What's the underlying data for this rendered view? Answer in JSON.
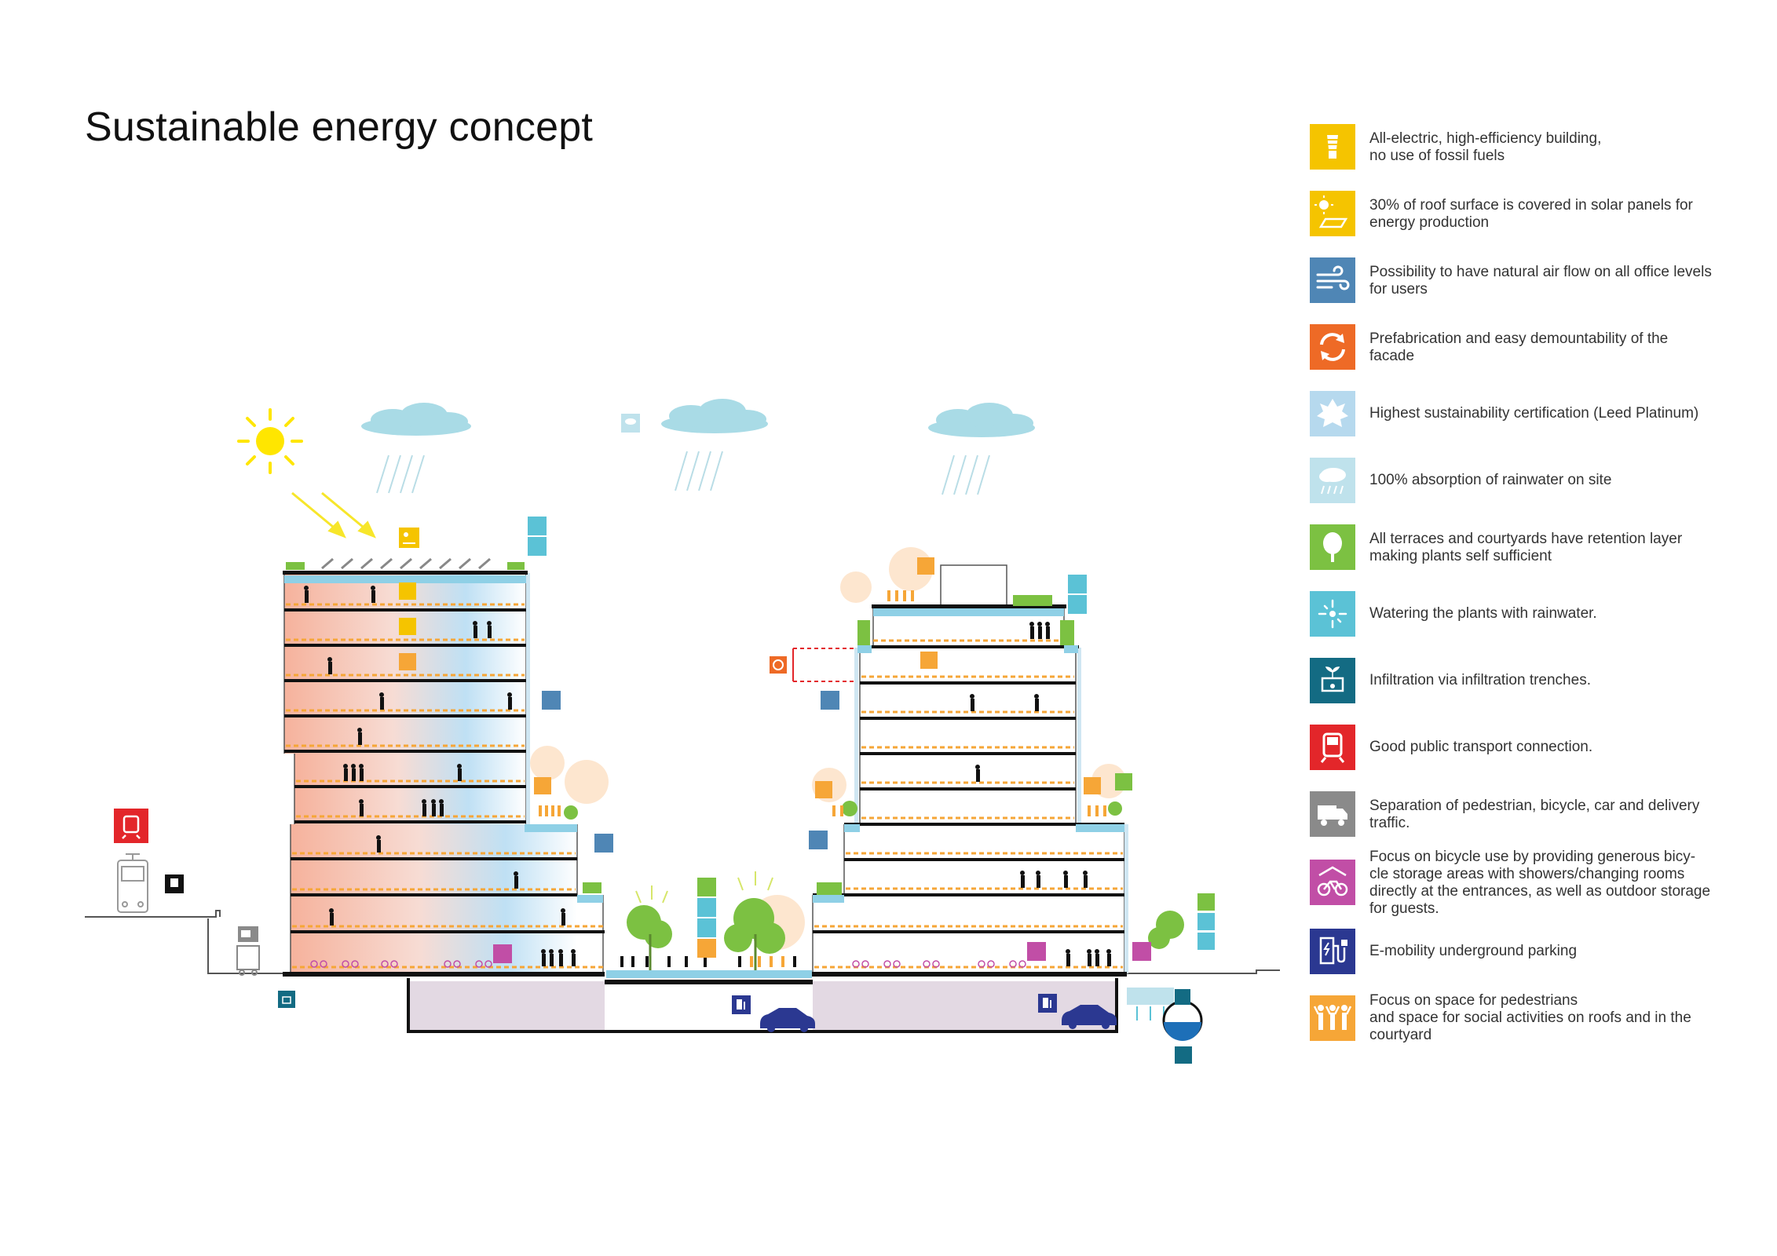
{
  "title": "Sustainable energy concept",
  "colors": {
    "yellow": "#f5c400",
    "steel_blue": "#4f86b5",
    "orange": "#ee6a26",
    "light_blue": "#b6d9ee",
    "pale_cyan": "#bfe2ec",
    "green": "#7cc142",
    "aqua": "#5bc2d6",
    "teal": "#136b83",
    "red": "#e3262a",
    "grey": "#8a8a8a",
    "magenta": "#c14ea6",
    "navy": "#2b3891",
    "amber": "#f6a637",
    "underground": "#e3d9e3",
    "facade_warm": "#f7b9a5",
    "facade_cool": "#b9def3",
    "car": "#2b3891"
  },
  "legend": [
    {
      "icon": "lightbulb-icon",
      "color": "#f5c400",
      "text": "All-electric, high-efficiency building,\nno use of fossil fuels"
    },
    {
      "icon": "solar-panel-icon",
      "color": "#f5c400",
      "text": "30% of roof surface is covered in solar panels for\nenergy production"
    },
    {
      "icon": "wind-icon",
      "color": "#4f86b5",
      "text": "Possibility to have natural air flow on all office levels\nfor users"
    },
    {
      "icon": "recycle-icon",
      "color": "#ee6a26",
      "text": "Prefabrication and easy demountability of the\nfacade"
    },
    {
      "icon": "leaf-certificate-icon",
      "color": "#b6d9ee",
      "text": "Highest sustainability certification (Leed Platinum)"
    },
    {
      "icon": "rain-cloud-icon",
      "color": "#bfe2ec",
      "text": "100% absorption of rainwater on site"
    },
    {
      "icon": "tree-icon",
      "color": "#7cc142",
      "text": "All terraces and courtyards have retention layer\nmaking plants self sufficient"
    },
    {
      "icon": "watering-icon",
      "color": "#5bc2d6",
      "text": "Watering the plants with rainwater."
    },
    {
      "icon": "infiltration-icon",
      "color": "#136b83",
      "text": "Infiltration via infiltration trenches."
    },
    {
      "icon": "train-icon",
      "color": "#e3262a",
      "text": "Good public transport connection."
    },
    {
      "icon": "delivery-truck-icon",
      "color": "#8a8a8a",
      "text": "Separation of pedestrian, bicycle, car and delivery\ntraffic."
    },
    {
      "icon": "bicycle-icon",
      "color": "#c14ea6",
      "text": "Focus on bicycle use by providing generous bicy-\ncle storage areas with showers/changing rooms\ndirectly at the entrances, as well as outdoor storage\nfor guests."
    },
    {
      "icon": "ev-charger-icon",
      "color": "#2b3891",
      "text": "E-mobility underground parking"
    },
    {
      "icon": "people-icon",
      "color": "#f6a637",
      "text": "Focus on space for pedestrians\nand space for social activities on roofs and in the\ncourtyard"
    }
  ]
}
